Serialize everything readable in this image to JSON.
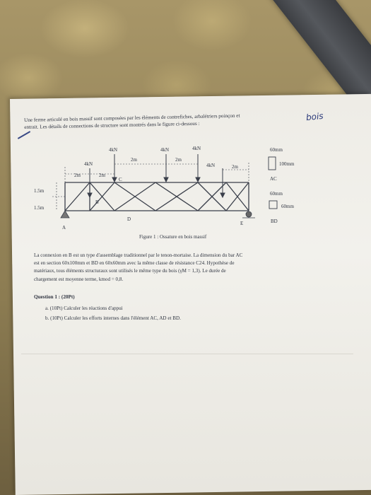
{
  "intro_line1": "Une ferme articulé en bois massif sont composées par les éléments de contrefiches, arbalétriers poinçon et",
  "intro_line2": "entrait. Les détails de connections de structure sont montrés dans le figure ci-dessous :",
  "handwritten_note": "bois",
  "figure": {
    "loads": [
      "4kN",
      "4kN",
      "4kN",
      "4kN",
      "4kN"
    ],
    "spans_top": [
      "2m",
      "2m"
    ],
    "spans_left": [
      "2m",
      "2m"
    ],
    "span_right": "2m",
    "heights": [
      "1.5m",
      "1.5m"
    ],
    "nodes": [
      "A",
      "B",
      "C",
      "D",
      "E"
    ],
    "section_ac": {
      "width": "60mm",
      "height": "100mm",
      "label": "AC"
    },
    "section_bd": {
      "width": "60mm",
      "height": "60mm",
      "label": "BD"
    },
    "caption": "Figure 1 : Ossature en bois massif"
  },
  "paragraph": [
    "La connexion en B est un type d'assemblage traditionnel par le tenon-mortaise. La dimension du bar AC",
    "est en section 60x100mm et BD en 60x60mm avec la même classe de résistance C24. Hypothèse de",
    "matériaux, tous éléments structuraux sont utilisés le même type du bois (γM = 1,3). Le durée de",
    "chargement est moyenne terme, kmod = 0,8."
  ],
  "question": {
    "title": "Question 1 : (20Pt)",
    "items": [
      "a. (10Pt) Calculer les réactions d'appui",
      "b. (10Pt) Calculer les efforts internes dans l'élément AC, AD et BD."
    ]
  }
}
